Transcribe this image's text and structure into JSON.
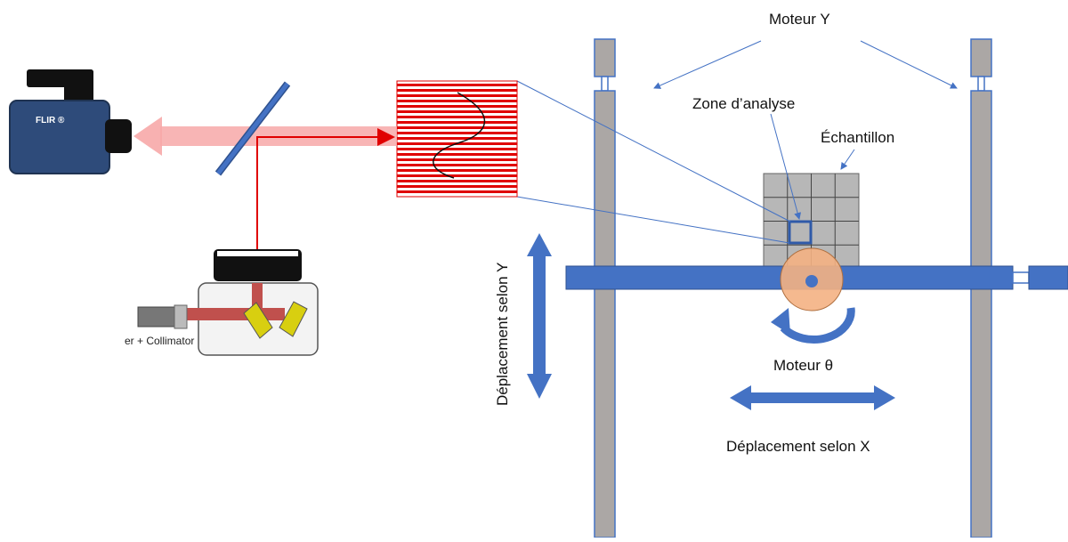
{
  "labels": {
    "moteur_y": "Moteur Y",
    "zone_analyse": "Zone d’analyse",
    "echantillon": "Échantillon",
    "deplacement_y": "Déplacement selon Y",
    "moteur_theta": "Moteur θ",
    "deplacement_x": "Déplacement selon X",
    "laser_collimator": "er + Collimator",
    "camera_brand": "FLIR ®"
  },
  "colors": {
    "blue": "#4472C4",
    "gray": "#ABA7A5",
    "red": "#E00000",
    "beam_pink": "#F7A8A8",
    "camera": "#2E4B7A",
    "rotor": "#F4B183",
    "mirror_yellow": "#D8CF10",
    "laser_body": "#C0504D"
  },
  "icons": {
    "camera": "camera-icon",
    "mirror": "mirror-icon",
    "laser": "laser-module-icon",
    "rotation": "rotation-arrow-icon"
  }
}
